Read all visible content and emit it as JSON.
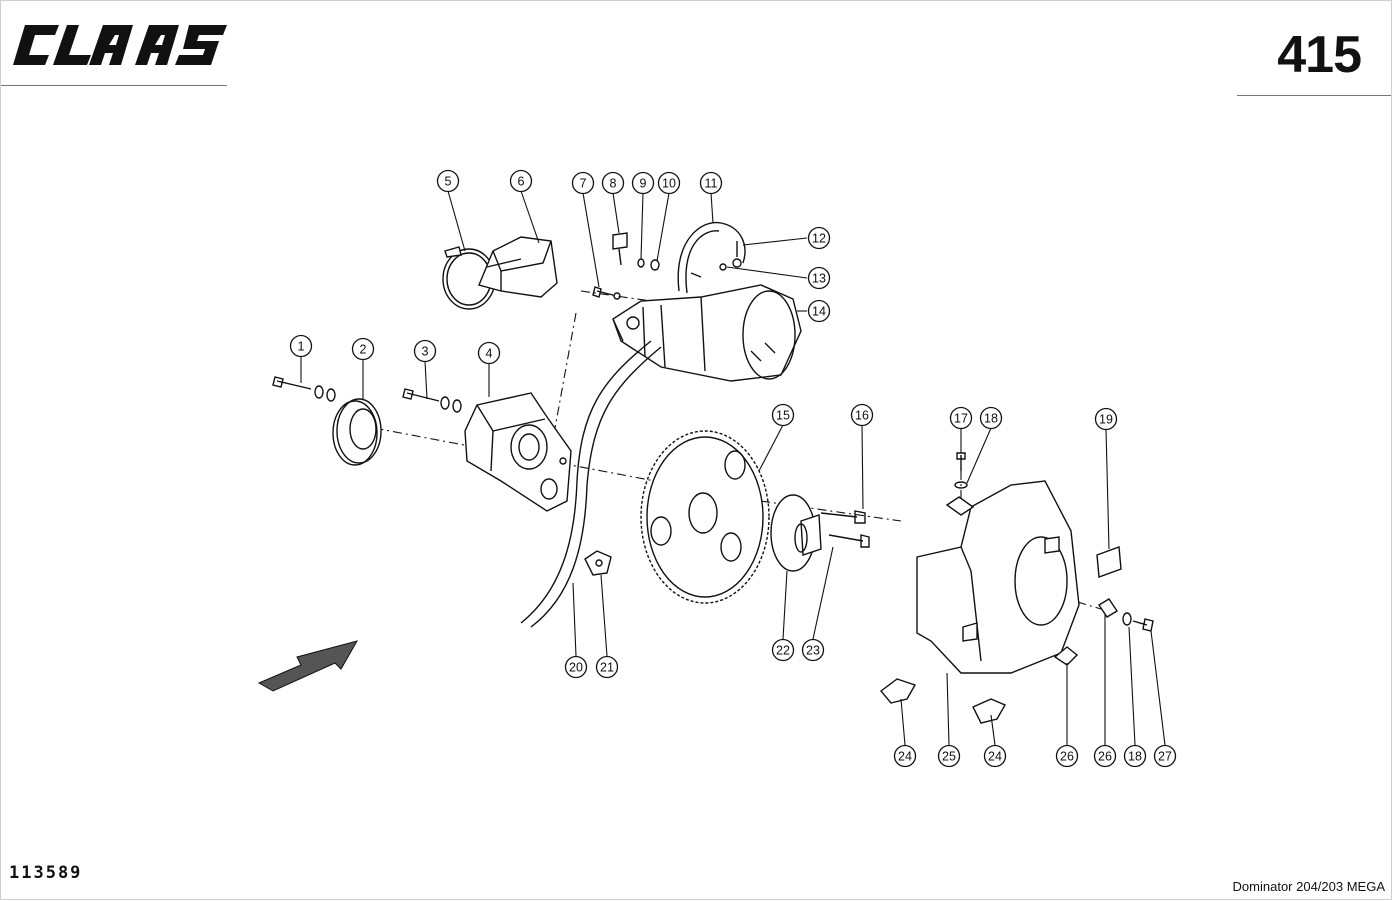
{
  "header": {
    "brand": "CLAAS",
    "page_number": "415"
  },
  "footer": {
    "document_number": "113589",
    "model": "Dominator 204/203 MEGA"
  },
  "callouts": [
    {
      "id": "c1",
      "label": "1"
    },
    {
      "id": "c2",
      "label": "2"
    },
    {
      "id": "c3",
      "label": "3"
    },
    {
      "id": "c4",
      "label": "4"
    },
    {
      "id": "c5",
      "label": "5"
    },
    {
      "id": "c6",
      "label": "6"
    },
    {
      "id": "c7",
      "label": "7"
    },
    {
      "id": "c8",
      "label": "8"
    },
    {
      "id": "c9",
      "label": "9"
    },
    {
      "id": "c10",
      "label": "10"
    },
    {
      "id": "c11",
      "label": "11"
    },
    {
      "id": "c12",
      "label": "12"
    },
    {
      "id": "c13",
      "label": "13"
    },
    {
      "id": "c14",
      "label": "14"
    },
    {
      "id": "c15",
      "label": "15"
    },
    {
      "id": "c16",
      "label": "16"
    },
    {
      "id": "c17",
      "label": "17"
    },
    {
      "id": "c18a",
      "label": "18"
    },
    {
      "id": "c19",
      "label": "19"
    },
    {
      "id": "c20",
      "label": "20"
    },
    {
      "id": "c21",
      "label": "21"
    },
    {
      "id": "c22",
      "label": "22"
    },
    {
      "id": "c23",
      "label": "23"
    },
    {
      "id": "c24a",
      "label": "24"
    },
    {
      "id": "c25",
      "label": "25"
    },
    {
      "id": "c24b",
      "label": "24"
    },
    {
      "id": "c26a",
      "label": "26"
    },
    {
      "id": "c26b",
      "label": "26"
    },
    {
      "id": "c18b",
      "label": "18"
    },
    {
      "id": "c27",
      "label": "27"
    }
  ]
}
